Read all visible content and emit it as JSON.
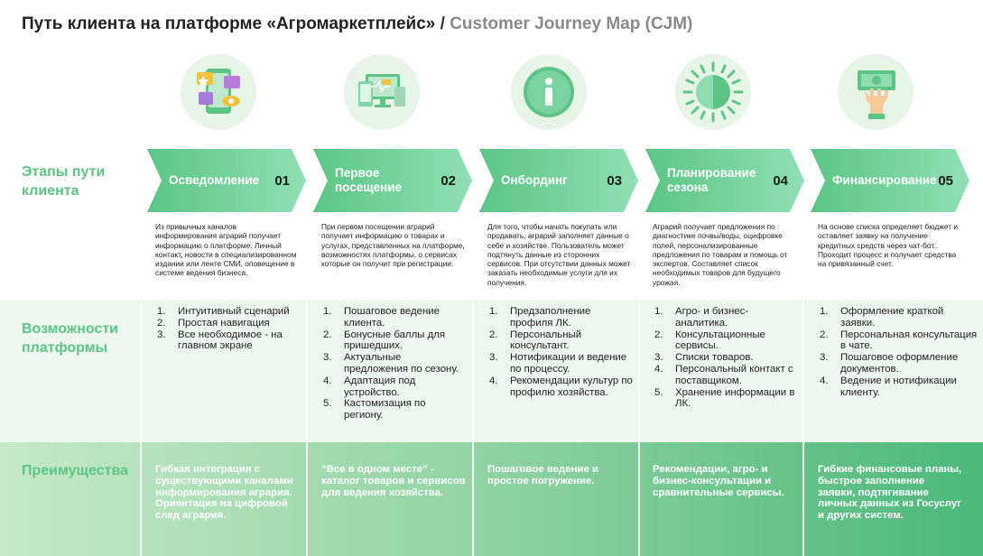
{
  "title": {
    "main": "Путь клиента на платформе «Агромаркетплейс»",
    "sep": " / ",
    "sub": "Customer Journey Map (CJM)"
  },
  "row_labels": {
    "stages": "Этапы пути клиента",
    "capabilities": "Возможности платформы",
    "advantages": "Преимущества"
  },
  "colors": {
    "accent": "#5cc585",
    "arrow_fill": "#6dd19a",
    "icon_bg": "#e7f5e7"
  },
  "stages": [
    {
      "name": "Осведомление",
      "num": "01",
      "icon": "smartphone-media-icon",
      "desc": "Из привычных каналов информирования аграрий получает информацию о платформе. Личный контакт, новости в специализированном издании или ленте СМИ, оповещение в системе ведения бизнеса.",
      "caps": [
        "Интуитивный сценарий",
        "Простая навигация",
        "Все необходимое - на главном экране"
      ],
      "adv": "Гибкая интеграция с существующими каналами информирования агрария. Ориентация на цифровой след агрария."
    },
    {
      "name": "Первое посещение",
      "num": "02",
      "icon": "devices-icon",
      "desc": "При первом посещении аграрий получает информацию о товарах и услугах, представленных на платформе, возможностях платформы, о сервисах которые он получит при регистрации.",
      "caps": [
        "Пошаговое ведение клиента.",
        "Бонусные баллы для пришедших.",
        "Актуальные предложения по сезону.",
        "Адаптация под устройство.",
        "Кастомизация по региону."
      ],
      "adv": "“Все в одном месте” - каталог товаров и сервисов для ведения хозяйства."
    },
    {
      "name": "Онбординг",
      "num": "03",
      "icon": "info-icon",
      "desc": "Для того, чтобы начать покупать или продавать, аграрий заполняет данные о себе и хозяйстве. Пользователь может подтянуть данные из сторонних сервисов. При отсутствии данных может заказать необходимые услуги для их получения.",
      "caps": [
        "Предзаполнение профиля ЛК.",
        "Персональный консультант.",
        "Нотификации и ведение по процессу.",
        "Рекомендации культур по профилю хозяйства."
      ],
      "adv": "Пошаговое ведение и простое погружение."
    },
    {
      "name": "Планирование сезона",
      "num": "04",
      "icon": "sun-icon",
      "desc": "Аграрий получает предложения по диагностике почвы/воды, оцифровке полей, персонализированные предложения по товарам и помощь от экспертов. Составляет список необходимых товаров для будущего урожая.",
      "caps": [
        "Агро- и бизнес-аналитика.",
        "Консультационные сервисы.",
        "Списки товаров.",
        "Персональный контакт с поставщиком.",
        "Хранение информации в ЛК."
      ],
      "adv": "Рекомендации, агро- и бизнес-консультации и сравнительные сервисы."
    },
    {
      "name": "Финансирование",
      "num": "05",
      "icon": "money-hand-icon",
      "desc": "На основе списка определяет бюджет и оставляет заявку на получение кредитных средств через чат-бот. Проходит процесс и получает средства на привязанный счет.",
      "caps": [
        "Оформление краткой заявки.",
        "Персональная консультация в чате.",
        "Пошаговое оформление документов.",
        "Ведение и нотификации клиенту."
      ],
      "adv": "Гибкие финансовые планы, быстрое заполнение заявки, подтягивание личных данных из Госуслуг и других систем."
    }
  ]
}
